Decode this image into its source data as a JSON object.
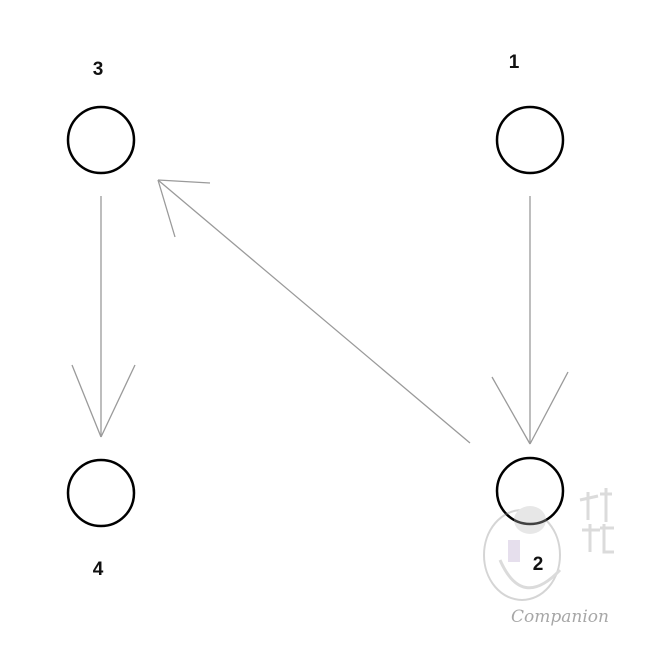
{
  "nodes": [
    {
      "id": "1",
      "label": "1"
    },
    {
      "id": "2",
      "label": "2"
    },
    {
      "id": "3",
      "label": "3"
    },
    {
      "id": "4",
      "label": "4"
    }
  ],
  "edges": [
    {
      "from": "1",
      "to": "2"
    },
    {
      "from": "2",
      "to": "3"
    },
    {
      "from": "3",
      "to": "4"
    }
  ],
  "watermark": {
    "text": "Companion"
  },
  "colors": {
    "node_stroke": "#000000",
    "edge": "#9a9a9a",
    "label": "#111111"
  }
}
